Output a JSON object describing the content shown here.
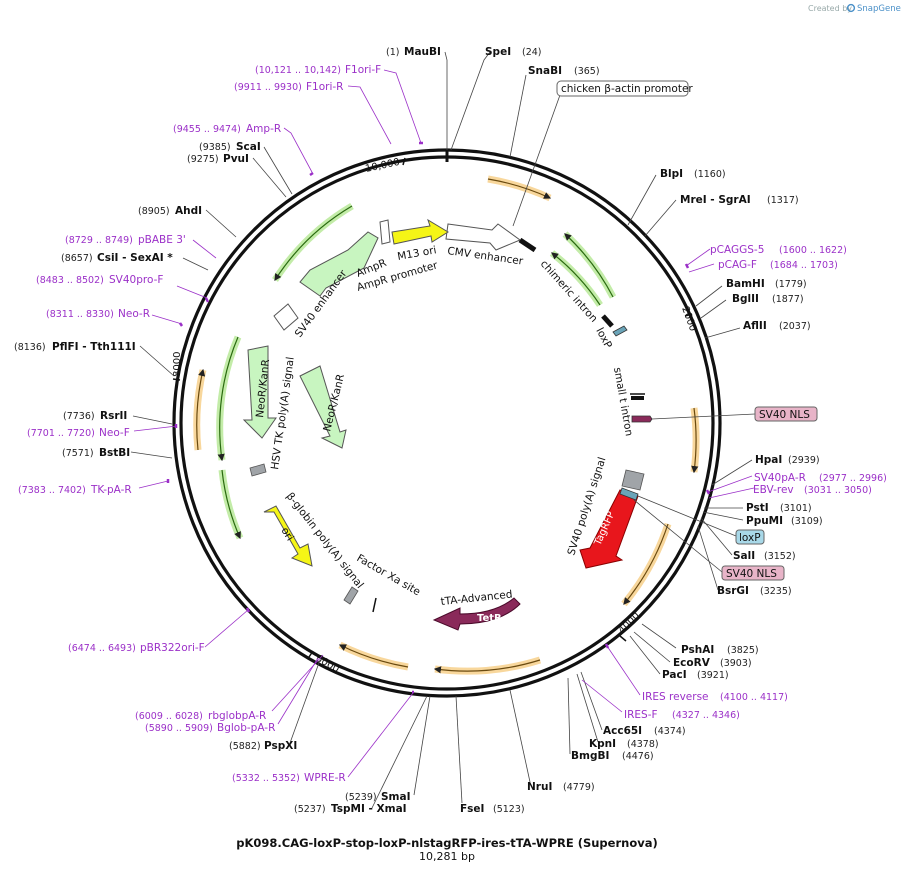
{
  "watermark": {
    "prefix": "Created by",
    "brand": "SnapGene"
  },
  "plasmid": {
    "name": "pK098.CAG-loxP-stop-loxP-nlstagRFP-ires-tTA-WPRE (Supernova)",
    "length_label": "10,281 bp"
  },
  "ticks": [
    "10,000",
    "2000",
    "4000",
    "6000",
    "8000"
  ],
  "enzymes": [
    {
      "id": "maubi",
      "name": "MauBI",
      "pos": "(1)",
      "side": "left"
    },
    {
      "id": "spei",
      "name": "SpeI",
      "pos": "(24)",
      "side": "right"
    },
    {
      "id": "snabi",
      "name": "SnaBI",
      "pos": "(365)",
      "side": "right"
    },
    {
      "id": "blpi",
      "name": "BlpI",
      "pos": "(1160)",
      "side": "right"
    },
    {
      "id": "mrei",
      "name": "MreI - SgrAI",
      "pos": "(1317)",
      "side": "right"
    },
    {
      "id": "bamhi",
      "name": "BamHI",
      "pos": "(1779)",
      "side": "right"
    },
    {
      "id": "bglii",
      "name": "BglII",
      "pos": "(1877)",
      "side": "right"
    },
    {
      "id": "aflii",
      "name": "AflII",
      "pos": "(2037)",
      "side": "right"
    },
    {
      "id": "hpai",
      "name": "HpaI",
      "pos": "(2939)",
      "side": "right"
    },
    {
      "id": "psti",
      "name": "PstI",
      "pos": "(3101)",
      "side": "right"
    },
    {
      "id": "ppumi",
      "name": "PpuMI",
      "pos": "(3109)",
      "side": "right"
    },
    {
      "id": "sali",
      "name": "SalI",
      "pos": "(3152)",
      "side": "right"
    },
    {
      "id": "bsrgi",
      "name": "BsrGI",
      "pos": "(3235)",
      "side": "right"
    },
    {
      "id": "pshai",
      "name": "PshAI",
      "pos": "(3825)",
      "side": "right"
    },
    {
      "id": "ecorv",
      "name": "EcoRV",
      "pos": "(3903)",
      "side": "right"
    },
    {
      "id": "paci",
      "name": "PacI",
      "pos": "(3921)",
      "side": "right"
    },
    {
      "id": "acc65i",
      "name": "Acc65I",
      "pos": "(4374)",
      "side": "right"
    },
    {
      "id": "kpni",
      "name": "KpnI",
      "pos": "(4378)",
      "side": "right"
    },
    {
      "id": "bmgbi",
      "name": "BmgBI",
      "pos": "(4476)",
      "side": "right"
    },
    {
      "id": "nrui",
      "name": "NruI",
      "pos": "(4779)",
      "side": "right"
    },
    {
      "id": "fsei",
      "name": "FseI",
      "pos": "(5123)",
      "side": "right"
    },
    {
      "id": "smai",
      "name": "SmaI",
      "pos": "(5239)",
      "side": "left"
    },
    {
      "id": "tspmi",
      "name": "TspMI - XmaI",
      "pos": "(5237)",
      "side": "left"
    },
    {
      "id": "pspxi",
      "name": "PspXI",
      "pos": "(5882)",
      "side": "left"
    },
    {
      "id": "pflfi",
      "name": "PflFI - Tth111I",
      "pos": "(8136)",
      "side": "left"
    },
    {
      "id": "bstbi",
      "name": "BstBI",
      "pos": "(7571)",
      "side": "left"
    },
    {
      "id": "rsrii",
      "name": "RsrII",
      "pos": "(7736)",
      "side": "left"
    },
    {
      "id": "csii",
      "name": "CsiI - SexAI *",
      "pos": "(8657)",
      "side": "left"
    },
    {
      "id": "ahdi",
      "name": "AhdI",
      "pos": "(8905)",
      "side": "left"
    },
    {
      "id": "pvui",
      "name": "PvuI",
      "pos": "(9275)",
      "side": "left"
    },
    {
      "id": "scai",
      "name": "ScaI",
      "pos": "(9385)",
      "side": "left"
    }
  ],
  "primers": [
    {
      "id": "f1ori-f",
      "name": "F1ori-F",
      "pos": "(10,121 .. 10,142)"
    },
    {
      "id": "f1ori-r",
      "name": "F1ori-R",
      "pos": "(9911 .. 9930)"
    },
    {
      "id": "amp-r",
      "name": "Amp-R",
      "pos": "(9455 .. 9474)"
    },
    {
      "id": "pbabe3",
      "name": "pBABE 3'",
      "pos": "(8729 .. 8749)"
    },
    {
      "id": "sv40pro-f",
      "name": "SV40pro-F",
      "pos": "(8483 .. 8502)"
    },
    {
      "id": "neo-r",
      "name": "Neo-R",
      "pos": "(8311 .. 8330)"
    },
    {
      "id": "neo-f",
      "name": "Neo-F",
      "pos": "(7701 .. 7720)"
    },
    {
      "id": "tk-pa-r",
      "name": "TK-pA-R",
      "pos": "(7383 .. 7402)"
    },
    {
      "id": "pbr322ori-f",
      "name": "pBR322ori-F",
      "pos": "(6474 .. 6493)"
    },
    {
      "id": "rbglobpa-r",
      "name": "rbglobpA-R",
      "pos": "(6009 .. 6028)"
    },
    {
      "id": "bglob-pa-r",
      "name": "Bglob-pA-R",
      "pos": "(5890 .. 5909)"
    },
    {
      "id": "wpre-r",
      "name": "WPRE-R",
      "pos": "(5332 .. 5352)"
    },
    {
      "id": "pcaggs-5",
      "name": "pCAGGS-5",
      "pos": "(1600 .. 1622)"
    },
    {
      "id": "pcag-f",
      "name": "pCAG-F",
      "pos": "(1684 .. 1703)"
    },
    {
      "id": "sv40pa-r",
      "name": "SV40pA-R",
      "pos": "(2977 .. 2996)"
    },
    {
      "id": "ebv-rev",
      "name": "EBV-rev",
      "pos": "(3031 .. 3050)"
    },
    {
      "id": "ires-reverse",
      "name": "IRES reverse",
      "pos": "(4100 .. 4117)"
    },
    {
      "id": "ires-f",
      "name": "IRES-F",
      "pos": "(4327 .. 4346)"
    }
  ],
  "features": {
    "cba": "chicken β-actin promoter",
    "cmv": "CMV enhancer",
    "chimeric": "chimeric intron",
    "loxp1": "loxP",
    "smallt": "small t intron",
    "sv40nls1": "SV40 NLS",
    "sv40polya1": "SV40 poly(A) signal",
    "tagrfp": "TagRFP",
    "loxp2": "loxP",
    "sv40nls2": "SV40 NLS",
    "tta": "tTA-Advanced",
    "tetr": "TetR",
    "factorxa": "Factor Xa site",
    "bglobin": "β-globin poly(A) signal",
    "ori": "ori",
    "hsvtk": "HSV TK poly(A) signal",
    "neokan1": "NeoR/KanR",
    "neokan2": "NeoR/KanR",
    "sv40enh": "SV40 enhancer",
    "ampr": "AmpR",
    "amprprom": "AmpR promoter",
    "m13ori": "M13 ori"
  },
  "colors": {
    "primer": "#9b30c8",
    "orf_orange": "#f2b64a",
    "orf_green": "#9be06e",
    "yellow": "#f5f516",
    "red": "#e8161c",
    "tetr": "#8a2a5a",
    "nls_fill": "#e8b4c8",
    "loxp_fill": "#a8d8e8",
    "light_green": "#c8f5c0"
  }
}
